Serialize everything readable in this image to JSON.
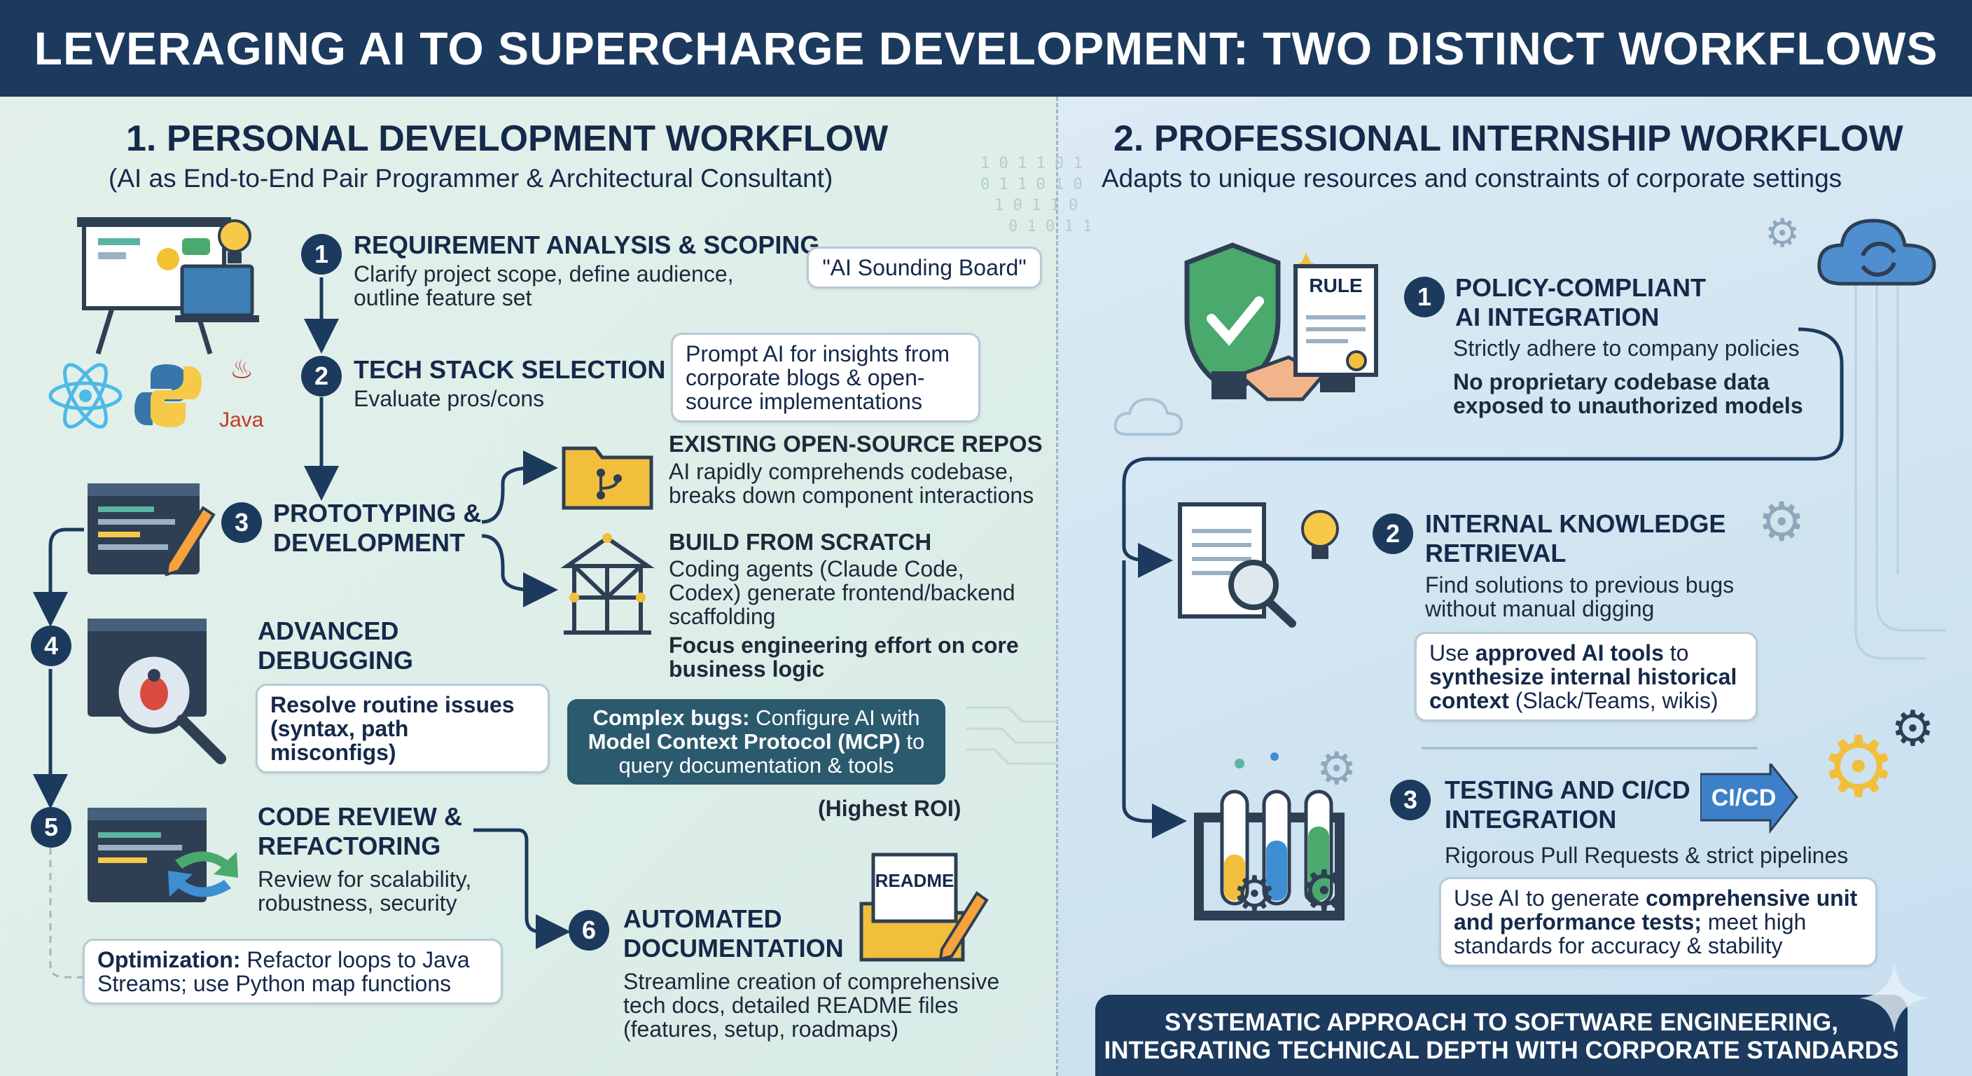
{
  "header": {
    "title": "LEVERAGING AI TO SUPERCHARGE DEVELOPMENT: TWO DISTINCT WORKFLOWS"
  },
  "personal": {
    "title": "1. PERSONAL DEVELOPMENT WORKFLOW",
    "subtitle": "(AI as End-to-End Pair Programmer & Architectural Consultant)",
    "java_logo_text": "Java",
    "steps": [
      {
        "num": "1",
        "title": "REQUIREMENT ANALYSIS & SCOPING",
        "desc": "Clarify project scope, define audience, outline feature set",
        "bubble": "\"AI Sounding Board\""
      },
      {
        "num": "2",
        "title": "TECH STACK SELECTION",
        "desc": "Evaluate pros/cons",
        "bubble": "Prompt AI for insights from corporate blogs & open-source implementations"
      },
      {
        "num": "3",
        "title_line1": "PROTOTYPING &",
        "title_line2": "DEVELOPMENT"
      },
      {
        "num": "4",
        "title_line1": "ADVANCED",
        "title_line2": "DEBUGGING",
        "bubble": "Resolve routine issues (syntax, path misconfigs)"
      },
      {
        "num": "5",
        "title_line1": "CODE REVIEW &",
        "title_line2": "REFACTORING",
        "desc": "Review for scalability, robustness, security"
      },
      {
        "num": "6",
        "title_line1": "AUTOMATED",
        "title_line2": "DOCUMENTATION",
        "desc": "Streamline creation of comprehensive tech docs, detailed README files (features, setup, roadmaps)"
      }
    ],
    "branch_repos": {
      "title": "EXISTING OPEN-SOURCE REPOS",
      "desc": "AI rapidly comprehends codebase, breaks down component interactions"
    },
    "branch_scratch": {
      "title": "BUILD FROM SCRATCH",
      "desc": "Coding agents (Claude Code, Codex) generate frontend/backend scaffolding",
      "focus": "Focus engineering effort on core business logic"
    },
    "complex_bugs": {
      "bold1": "Complex bugs:",
      "text1": " Configure AI with",
      "bold2": "Model Context Protocol (MCP)",
      "text2": " to",
      "text3": "query documentation & tools"
    },
    "roi": "(Highest ROI)",
    "optimization": {
      "bold": "Optimization:",
      "text": " Refactor loops to Java Streams; use Python map functions"
    },
    "readme_label": "README"
  },
  "professional": {
    "title": "2. PROFESSIONAL INTERNSHIP WORKFLOW",
    "subtitle": "Adapts to unique resources and constraints of corporate settings",
    "rule_label": "RULE",
    "cicd_label": "CI/CD",
    "steps": [
      {
        "num": "1",
        "title_line1": "POLICY-COMPLIANT",
        "title_line2": "AI INTEGRATION",
        "desc": "Strictly adhere to company policies",
        "bold": "No proprietary codebase data exposed to unauthorized models"
      },
      {
        "num": "2",
        "title_line1": "INTERNAL KNOWLEDGE",
        "title_line2": "RETRIEVAL",
        "desc": "Find solutions to previous bugs without manual digging"
      },
      {
        "num": "3",
        "title_line1": "TESTING AND CI/CD",
        "title_line2": "INTEGRATION",
        "desc": "Rigorous Pull Requests & strict pipelines"
      }
    ],
    "retrieval_bubble": {
      "t1": "Use ",
      "b1": "approved AI tools",
      "t2": " to ",
      "b2": "synthesize internal historical context",
      "t3": " (Slack/Teams, wikis)"
    },
    "testing_bubble": {
      "t1": "Use AI to generate ",
      "b1": "comprehensive unit and performance tests;",
      "t2": " meet high standards for accuracy & stability"
    },
    "footer_line1": "SYSTEMATIC APPROACH TO SOFTWARE ENGINEERING,",
    "footer_line2": "INTEGRATING TECHNICAL DEPTH WITH CORPORATE STANDARDS"
  },
  "colors": {
    "navy": "#1c3a5e",
    "teal_box": "#2b5a6e",
    "left_bg": "#e3f0ea",
    "right_bg": "#d2e6f2"
  }
}
